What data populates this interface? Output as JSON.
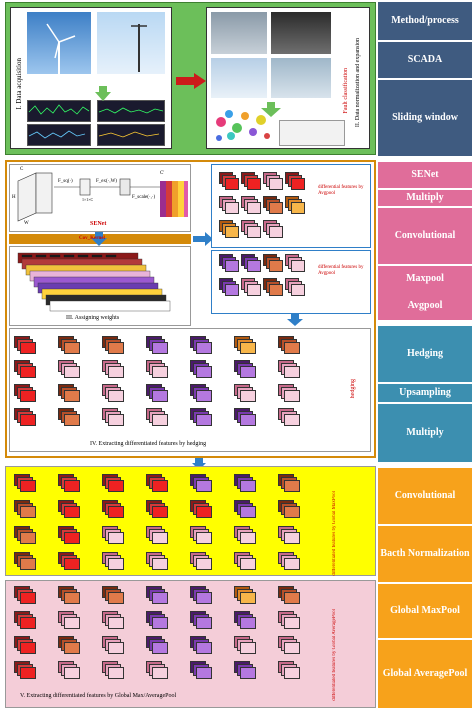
{
  "right_labels": [
    {
      "label": "Method/process",
      "color": "#3f5b80"
    },
    {
      "label": "SCADA",
      "color": "#3f5b80"
    },
    {
      "label": "Sliding window",
      "color": "#3f5b80"
    },
    {
      "label": "SENet",
      "color": "#e06d9a"
    },
    {
      "label": "Multiply",
      "color": "#e06d9a"
    },
    {
      "label": "Convolutional",
      "color": "#e06d9a"
    },
    {
      "label": "Maxpool",
      "color": "#e06d9a"
    },
    {
      "label": "Avgpool",
      "color": "#e06d9a"
    },
    {
      "label": "Hedging",
      "color": "#3c8fb0"
    },
    {
      "label": "Upsampling",
      "color": "#3c8fb0"
    },
    {
      "label": "Multiply",
      "color": "#3c8fb0"
    },
    {
      "label": "Convolutional",
      "color": "#f7a21b"
    },
    {
      "label": "Bacth Normalization",
      "color": "#f7a21b"
    },
    {
      "label": "Global MaxPool",
      "color": "#f7a21b"
    },
    {
      "label": "Global AveragePool",
      "color": "#f7a21b"
    }
  ],
  "stage1": {
    "label_acq": "I. Data acquisition",
    "label_norm": "II. Data normalization and expansion",
    "label_fault": "Fault classification"
  },
  "stage2": {
    "senet_label": "SENet",
    "conv_kernel_label": "Cov_Kernel",
    "assign_label": "III. Assigning weights",
    "avg_label": "differential features by Avgpool",
    "avg_label2": "differential features by Avgpool",
    "formula_squeeze": "F_sq(·)",
    "formula_excite": "F_ex(·,W)",
    "formula_scale": "F_scale(·,·)",
    "dim_h": "H",
    "dim_w": "W",
    "dim_c": "C",
    "dim_c_out": "C'",
    "dim_11c": "1×1×C"
  },
  "stage3": {
    "hedging_label": "hedging",
    "caption": "IV. Extracting differentiated features by hedging"
  },
  "stage4": {
    "max_label": "differentiated features by Global MaxPool",
    "avg_label": "differentiated features by Global AveragePool",
    "caption": "V. Extracting differentiated features by Global Max/AveragePool"
  },
  "colors": {
    "green_bg": "#6cbf5a",
    "orange_border": "#d48a0a",
    "yellow_bg": "#ffff00",
    "pink_bg": "#f4cdd8",
    "arrow_red": "#cc1a1a",
    "arrow_blue": "#2f7fc8"
  }
}
